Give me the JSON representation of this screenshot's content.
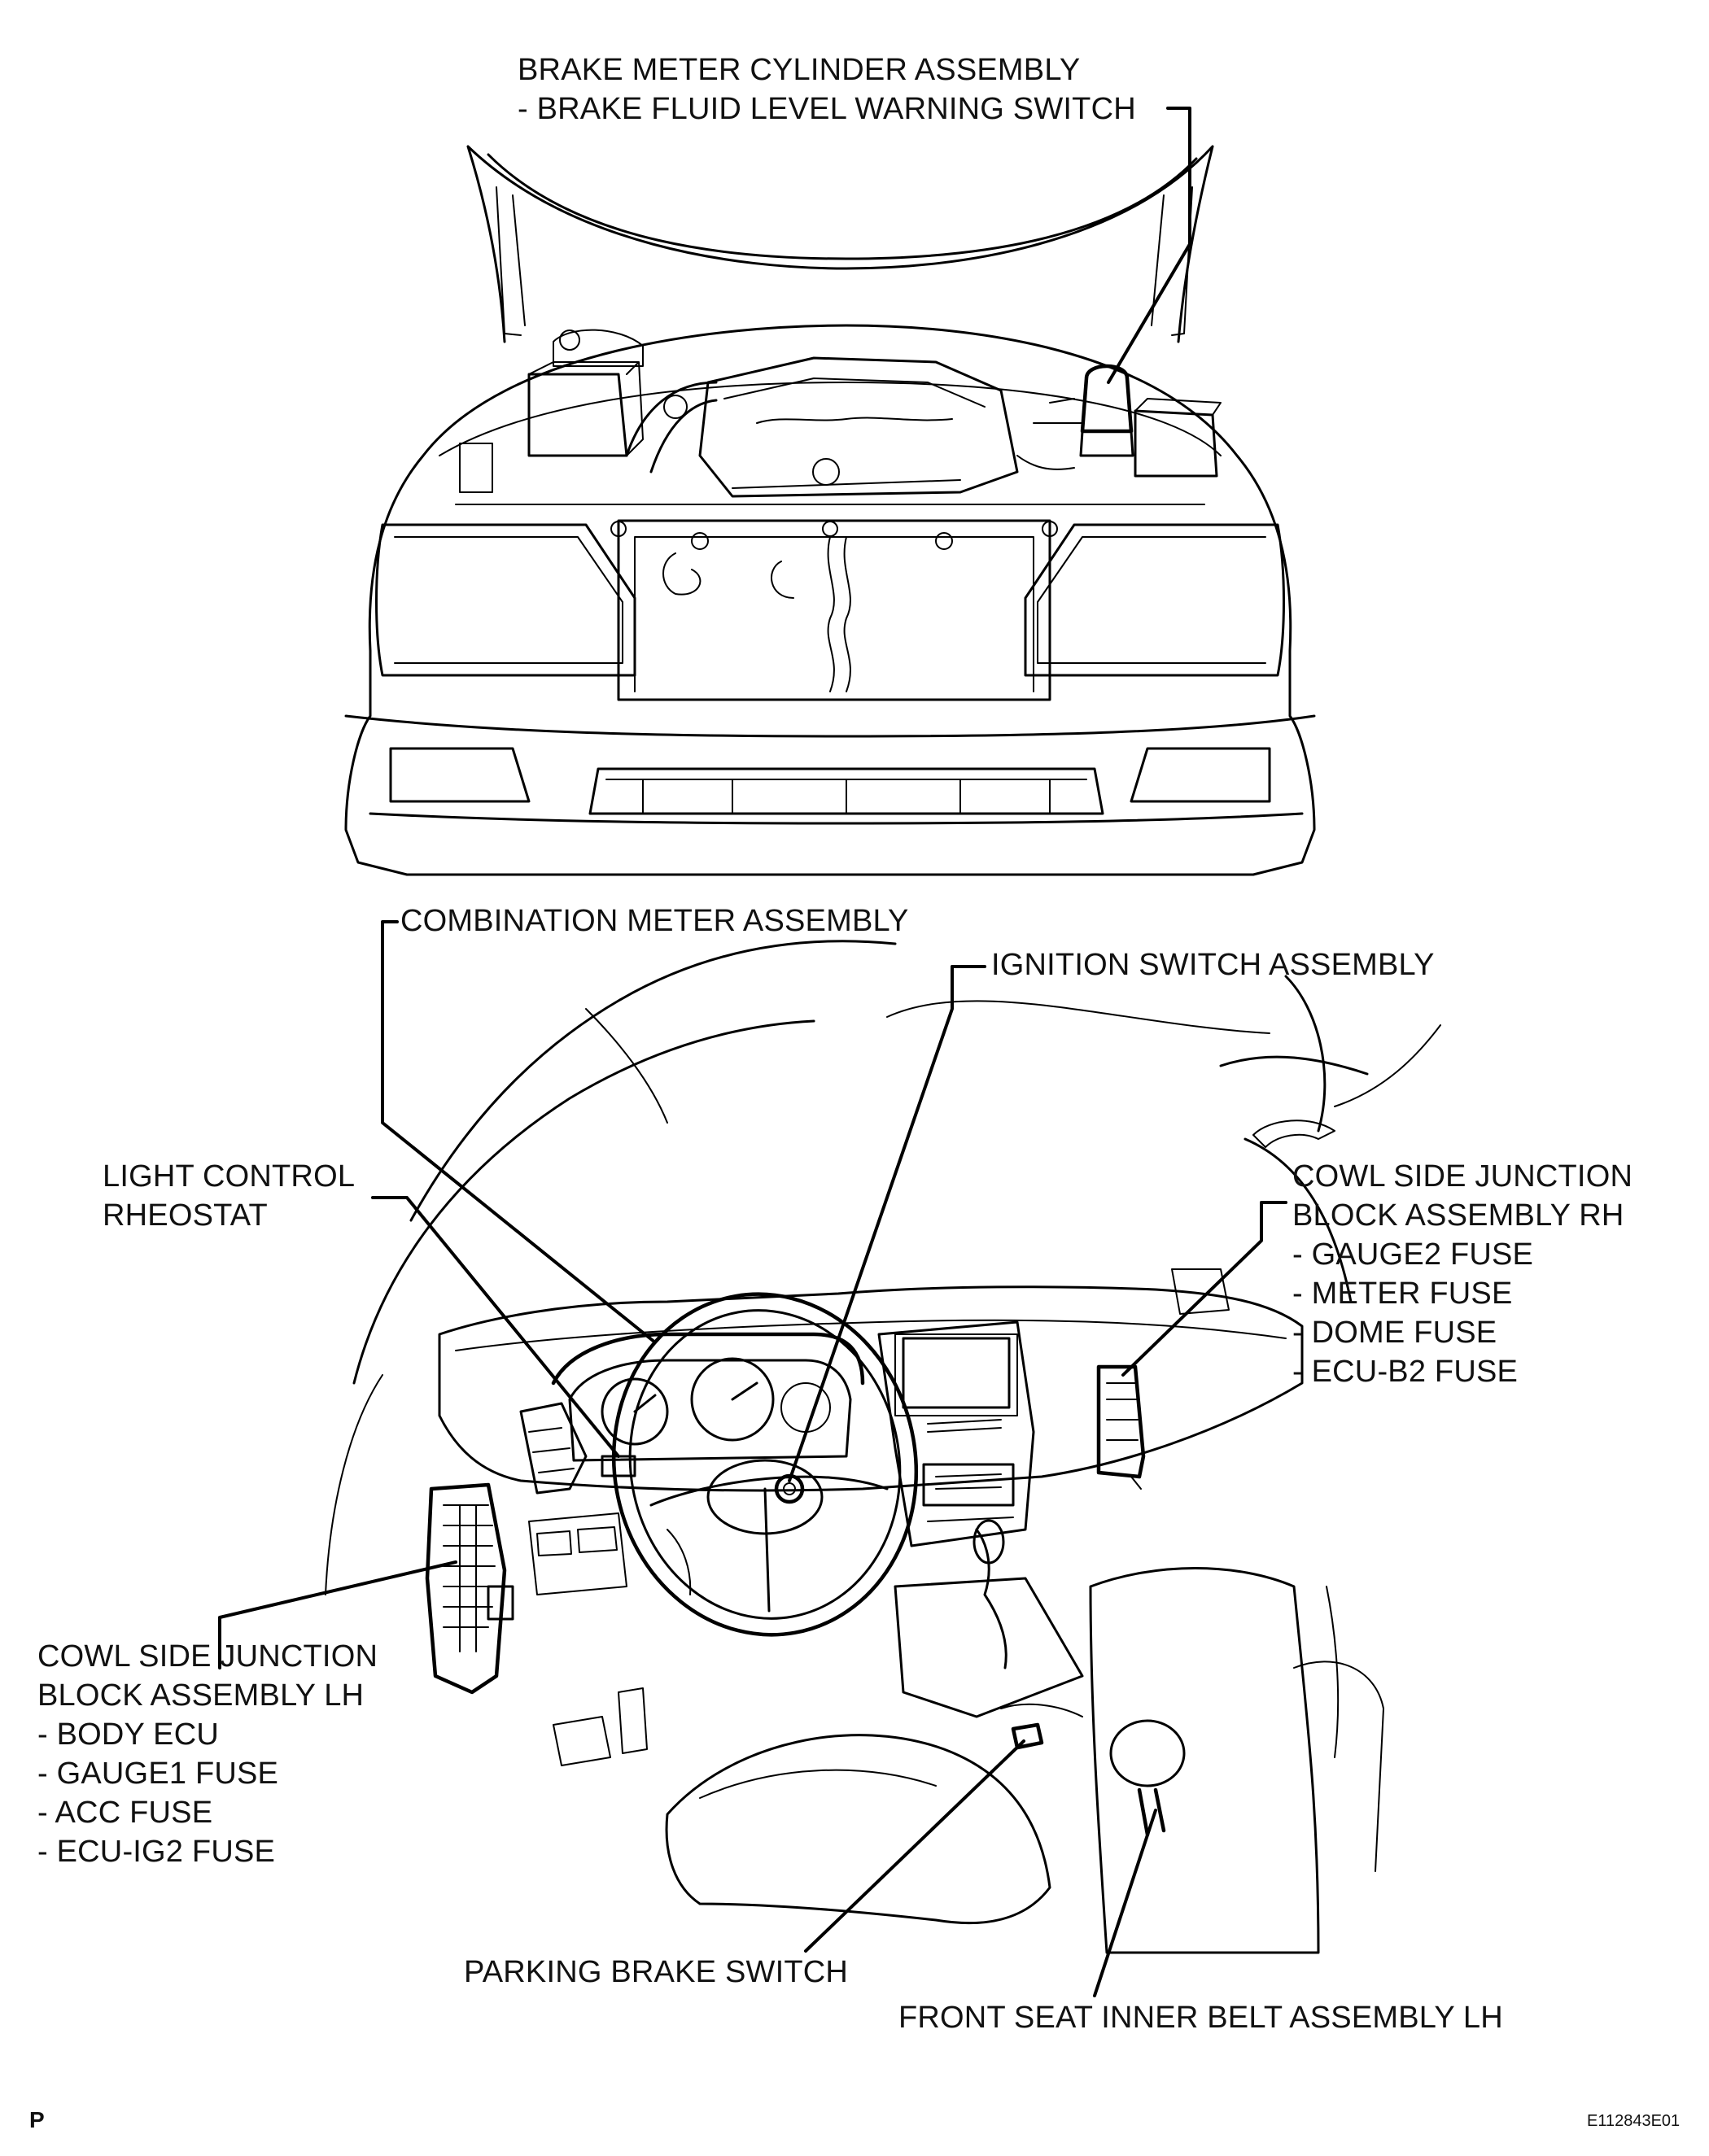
{
  "labels": {
    "brake_master": {
      "line1": "BRAKE METER CYLINDER ASSEMBLY",
      "line2": "- BRAKE FLUID LEVEL WARNING SWITCH"
    },
    "combination_meter": "COMBINATION METER ASSEMBLY",
    "ignition_switch": "IGNITION SWITCH ASSEMBLY",
    "light_control": {
      "line1": "LIGHT CONTROL",
      "line2": "RHEOSTAT"
    },
    "cowl_rh": {
      "line1": "COWL SIDE JUNCTION",
      "line2": "BLOCK ASSEMBLY RH",
      "items": [
        "- GAUGE2 FUSE",
        "- METER FUSE",
        "- DOME FUSE",
        "- ECU-B2 FUSE"
      ]
    },
    "cowl_lh": {
      "line1": "COWL SIDE JUNCTION",
      "line2": "BLOCK ASSEMBLY LH",
      "items": [
        "- BODY ECU",
        "- GAUGE1 FUSE",
        "- ACC FUSE",
        "- ECU-IG2 FUSE"
      ]
    },
    "parking_brake": "PARKING BRAKE SWITCH",
    "seat_belt": "FRONT SEAT INNER BELT ASSEMBLY LH"
  },
  "footer": {
    "page_mark": "P",
    "figure_code": "E112843E01"
  }
}
